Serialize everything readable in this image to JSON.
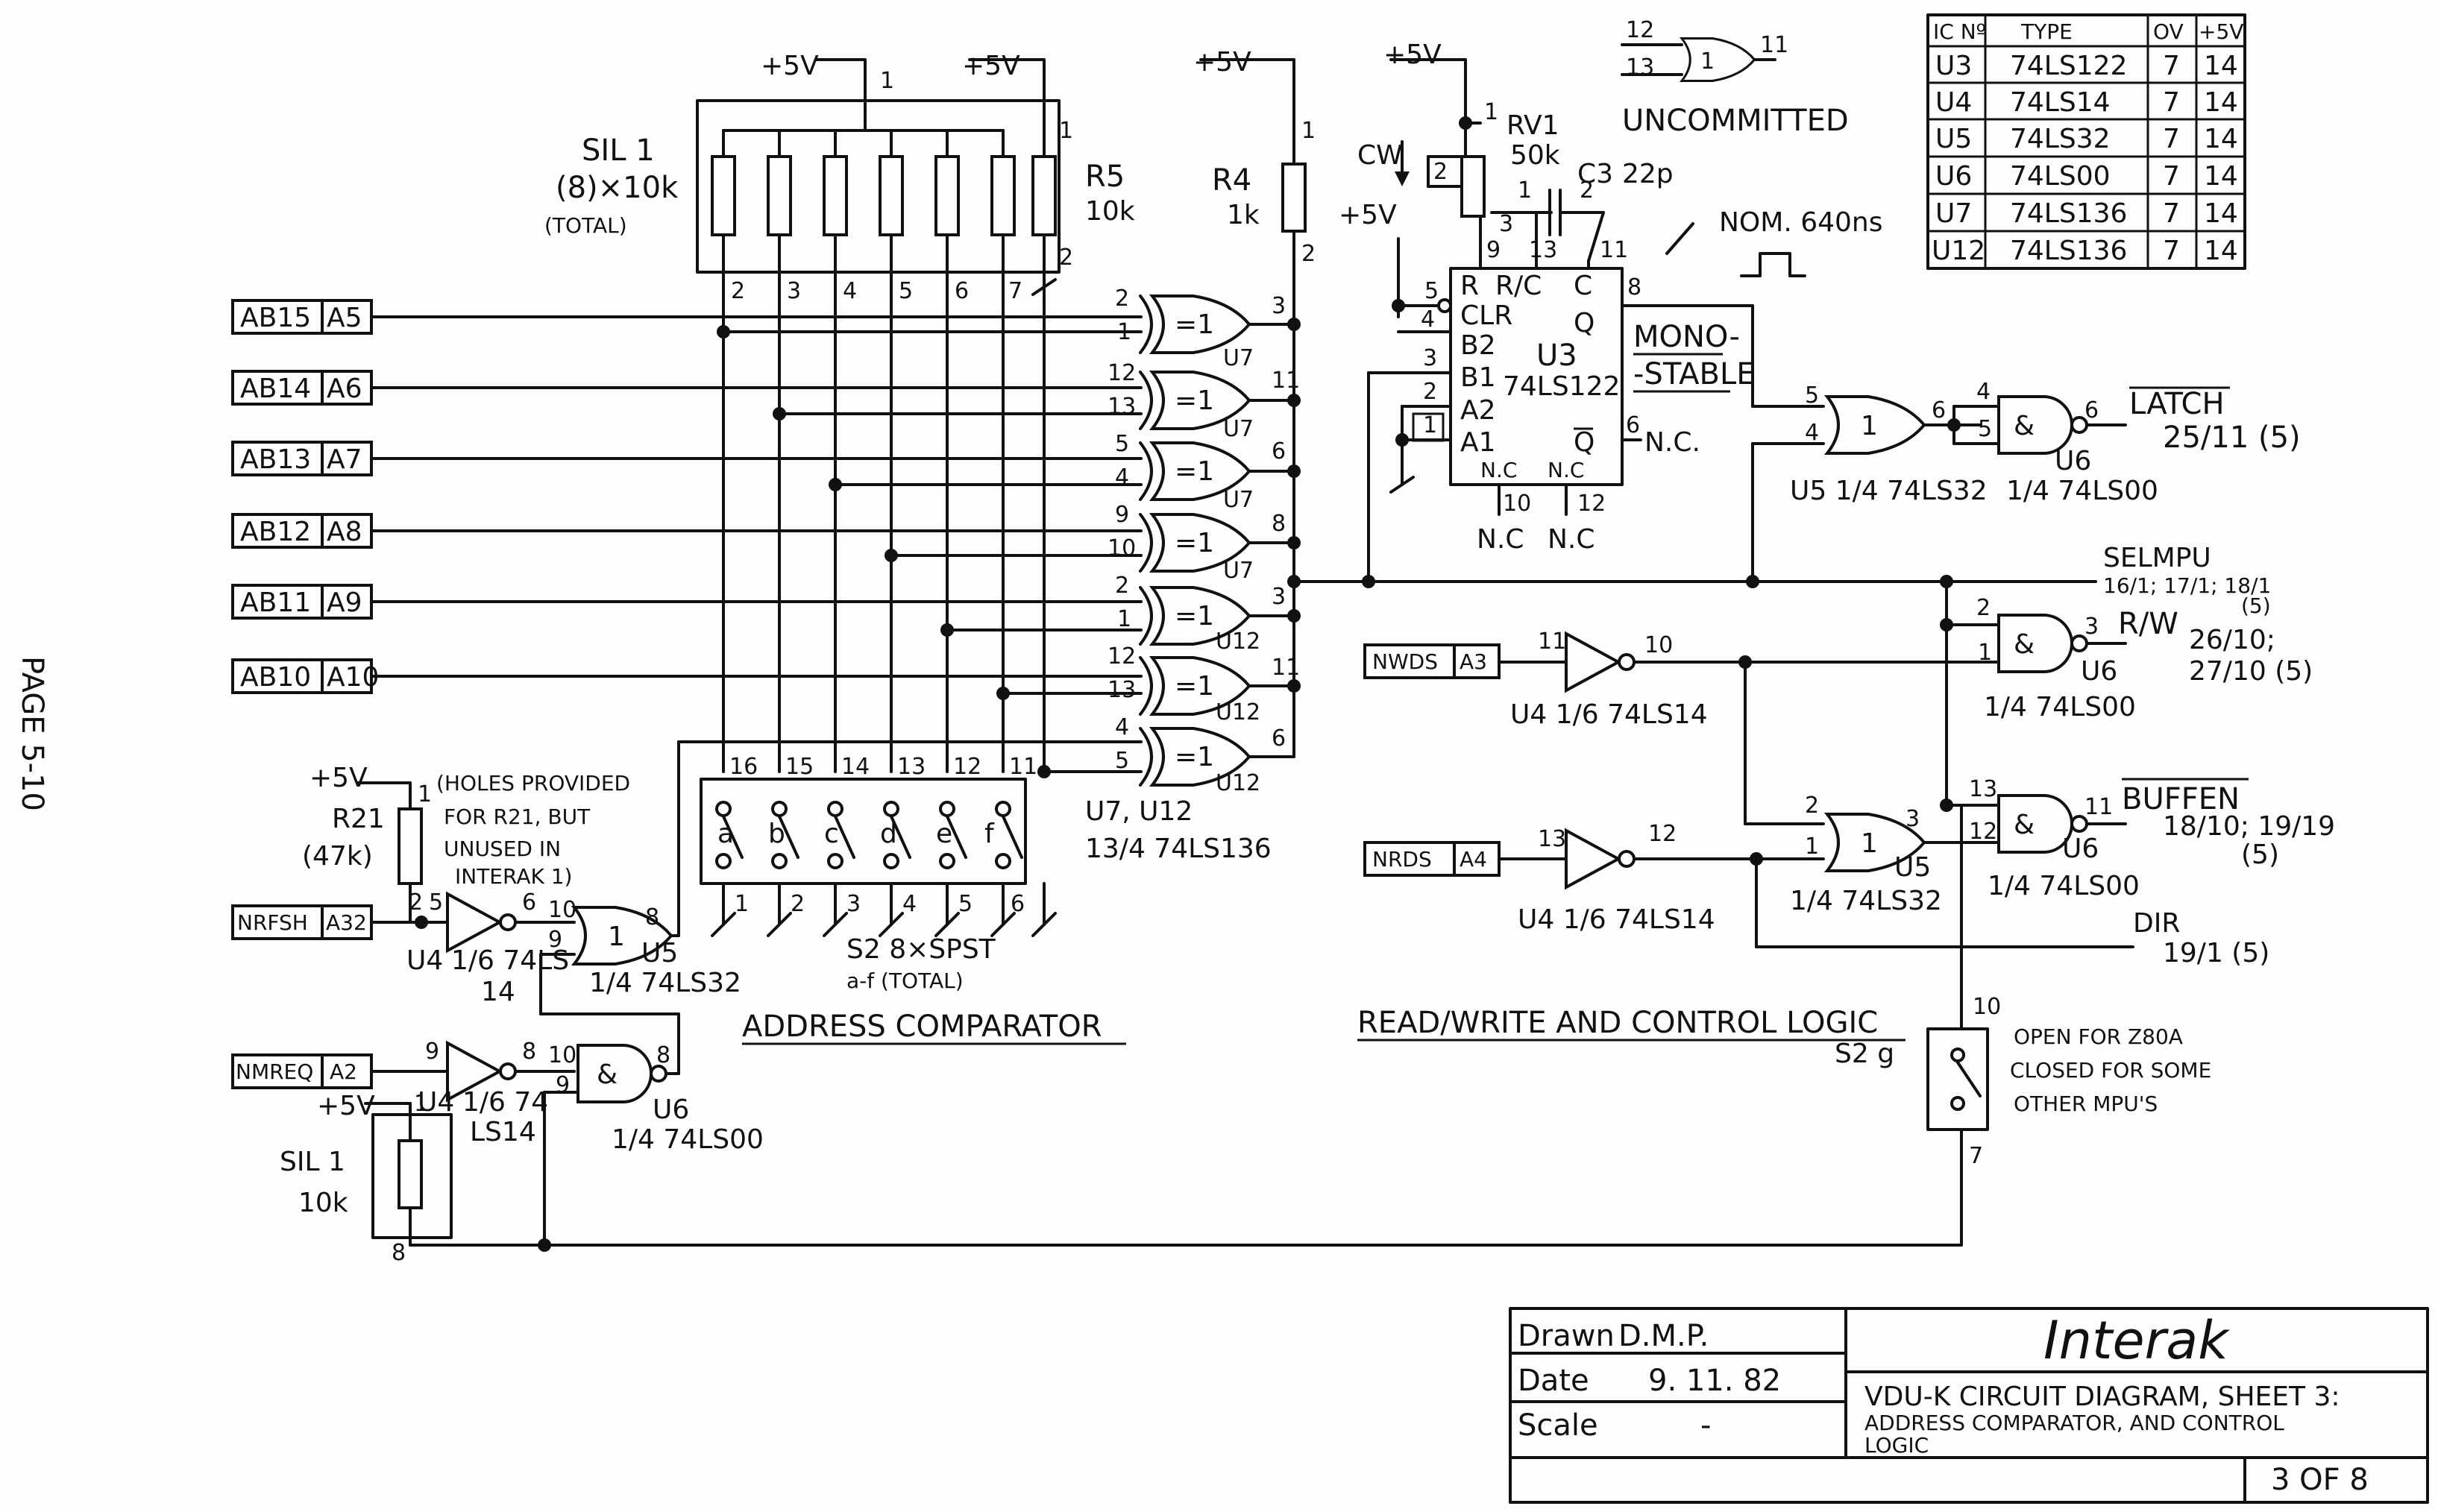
{
  "page_number": "PAGE 5-10",
  "supply": "+5V",
  "sil1": {
    "name": "SIL 1",
    "value": "(8)×10k",
    "note": "(TOTAL)"
  },
  "r5": {
    "name": "R5",
    "value": "10k"
  },
  "r4": {
    "name": "R4",
    "value": "1k"
  },
  "rv1": {
    "name": "RV1",
    "value": "50k",
    "cw": "CW"
  },
  "c3": {
    "name": "C3",
    "value": "22p"
  },
  "nominal": "NOM. 640ns",
  "address_inputs": [
    {
      "bus": "AB15",
      "pin": "A5"
    },
    {
      "bus": "AB14",
      "pin": "A6"
    },
    {
      "bus": "AB13",
      "pin": "A7"
    },
    {
      "bus": "AB12",
      "pin": "A8"
    },
    {
      "bus": "AB11",
      "pin": "A9"
    },
    {
      "bus": "AB10",
      "pin": "A10"
    }
  ],
  "xor_gate_label": "=1",
  "xor_gates": [
    {
      "in_a": "2",
      "in_b": "1",
      "out": "3",
      "unit": "U7"
    },
    {
      "in_a": "12",
      "in_b": "13",
      "out": "11",
      "unit": "U7"
    },
    {
      "in_a": "5",
      "in_b": "4",
      "out": "6",
      "unit": "U7"
    },
    {
      "in_a": "9",
      "in_b": "10",
      "out": "8",
      "unit": "U7"
    },
    {
      "in_a": "2",
      "in_b": "1",
      "out": "3",
      "unit": "U12"
    },
    {
      "in_a": "12",
      "in_b": "13",
      "out": "11",
      "unit": "U12"
    },
    {
      "in_a": "4",
      "in_b": "5",
      "out": "6",
      "unit": "U12"
    }
  ],
  "xor_note": [
    "U7, U12",
    "13/4 74LS136"
  ],
  "sil_pins": [
    "2",
    "3",
    "4",
    "5",
    "6",
    "7"
  ],
  "switch": {
    "top_pins": [
      "16",
      "15",
      "14",
      "13",
      "12",
      "11"
    ],
    "letters": [
      "a",
      "b",
      "c",
      "d",
      "e",
      "f"
    ],
    "bottom_pins": [
      "1",
      "2",
      "3",
      "4",
      "5",
      "6"
    ],
    "name": "S2  8×SPST",
    "note": "a-f  (TOTAL)"
  },
  "section_address": "ADDRESS COMPARATOR",
  "section_control": "READ/WRITE AND CONTROL LOGIC",
  "u3": {
    "name": "U3",
    "type": "74LS122",
    "pins": {
      "r": "R",
      "rc": "R/C",
      "c": "C",
      "q": "Q",
      "qbar": "Q",
      "clr": "CLR",
      "b2": "B2",
      "b1": "B1",
      "a2": "A2",
      "a1": "A1",
      "nc": "N.C"
    },
    "pin_numbers": {
      "top_r": "9",
      "top_rc": "13",
      "top_c": "11",
      "clr": "5",
      "b2": "4",
      "b1": "3",
      "a2": "2",
      "a1": "1",
      "q": "8",
      "qbar": "6",
      "bottom_10": "10",
      "bottom_12": "12",
      "rv_top": "1",
      "rv_wiper": "2",
      "rv_bottom": "3",
      "c3_1": "1",
      "c3_2": "2"
    },
    "nc_below": [
      "N.C",
      "N.C"
    ],
    "qbar_out": "N.C."
  },
  "monostable": [
    "MONO-",
    "-STABLE"
  ],
  "uncommitted": {
    "pin_a": "12",
    "pin_b": "13",
    "pin_out": "11",
    "gate": "1",
    "label": "UNCOMMITTED"
  },
  "ic_table": {
    "headers": [
      "IC Nº",
      "TYPE",
      "OV",
      "+5V"
    ],
    "rows": [
      [
        "U3",
        "74LS122",
        "7",
        "14"
      ],
      [
        "U4",
        "74LS14",
        "7",
        "14"
      ],
      [
        "U5",
        "74LS32",
        "7",
        "14"
      ],
      [
        "U6",
        "74LS00",
        "7",
        "14"
      ],
      [
        "U7",
        "74LS136",
        "7",
        "14"
      ],
      [
        "U12",
        "74LS136",
        "7",
        "14"
      ]
    ]
  },
  "latch": {
    "in_a": "5",
    "in_b": "4",
    "out": "6",
    "u5": "U5  1/4 74LS32",
    "nand_in_a": "4",
    "nand_in_b": "5",
    "nand_out": "6",
    "u6": "U6",
    "u6_type": "1/4 74LS00",
    "name": "LATCH",
    "dest": "25/11 (5)"
  },
  "selmpu": {
    "name": "SELMPU",
    "dest1": "16/1; 17/1; 18/1",
    "dest2": "(5)"
  },
  "rw": {
    "in_a": "2",
    "in_b": "1",
    "out": "3",
    "name": "R/W",
    "dest1": "26/10;",
    "dest2": "27/10 (5)",
    "unit": "U6",
    "type": "1/4 74LS00"
  },
  "buffen": {
    "in_a": "13",
    "in_b": "12",
    "out": "11",
    "name": "BUFFEN",
    "dest1": "18/10; 19/19",
    "dest2": "(5)",
    "unit": "U6",
    "type": "1/4 74LS00"
  },
  "dir": {
    "name": "DIR",
    "dest": "19/1 (5)"
  },
  "nwds": {
    "bus": "NWDS",
    "pin": "A3",
    "in": "11",
    "out": "10",
    "unit": "U4  1/6 74LS14"
  },
  "nrds": {
    "bus": "NRDS",
    "pin": "A4",
    "in": "13",
    "out": "12",
    "unit": "U4  1/6 74LS14"
  },
  "or_u5": {
    "in_a": "2",
    "in_b": "1",
    "out": "3",
    "unit": "U5",
    "type": "1/4 74LS32"
  },
  "s2g": {
    "name": "S2 g",
    "pin_top": "10",
    "pin_bottom": "7",
    "notes": [
      "OPEN FOR Z80A",
      "CLOSED FOR SOME",
      "OTHER MPU'S"
    ]
  },
  "nrfsh": {
    "bus": "NRFSH",
    "pin": "A32",
    "inv_in": "5",
    "inv_out": "6",
    "inv_unit": "U4",
    "inv_type": [
      "1/6 74LS",
      "14"
    ],
    "r21_pin": "2"
  },
  "r21": {
    "name": "R21",
    "value": "(47k)",
    "pin1": "1",
    "note": [
      "(HOLES PROVIDED",
      "FOR R21, BUT",
      "UNUSED IN",
      "INTERAK 1)"
    ]
  },
  "or_bottom": {
    "in_a": "10",
    "in_b": "9",
    "out": "8",
    "unit": "U5",
    "type": "1/4 74LS32"
  },
  "nmreq": {
    "bus": "NMREQ",
    "pin": "A2",
    "inv_in": "9",
    "inv_out": "8",
    "inv_unit": "U4",
    "inv_type": [
      "1/6 74",
      "LS14"
    ]
  },
  "nand_bottom": {
    "in_a": "10",
    "in_b": "9",
    "out": "8",
    "unit": "U6",
    "type": "1/4 74LS00"
  },
  "sil1_small": {
    "name": "SIL 1",
    "value": "10k",
    "pin_top": "1",
    "pin_bottom": "8"
  },
  "titleblock": {
    "drawn_label": "Drawn",
    "drawn": "D.M.P.",
    "date_label": "Date",
    "date": "9. 11. 82",
    "scale_label": "Scale",
    "scale": "-",
    "company": "Interak",
    "title_lines": [
      "VDU-K CIRCUIT DIAGRAM, SHEET 3:",
      "ADDRESS COMPARATOR, AND CONTROL",
      "LOGIC"
    ],
    "sheet": "3 OF 8"
  }
}
